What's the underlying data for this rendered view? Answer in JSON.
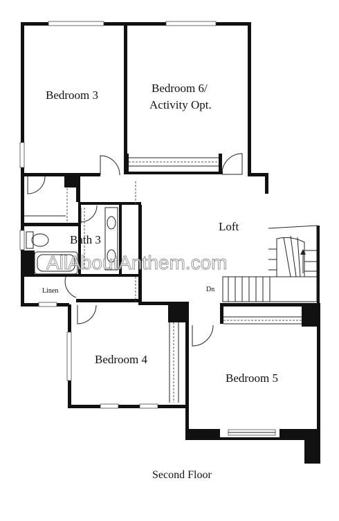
{
  "rooms": {
    "bedroom3": "Bedroom 3",
    "bedroom6_line1": "Bedroom 6/",
    "bedroom6_line2": "Activity Opt.",
    "loft": "Loft",
    "bath3": "Bath 3",
    "linen": "Linen",
    "bedroom4": "Bedroom 4",
    "bedroom5": "Bedroom 5",
    "stair_down": "Dn"
  },
  "watermark": "AllAboutAnthem.com",
  "floor_title": "Second Floor"
}
